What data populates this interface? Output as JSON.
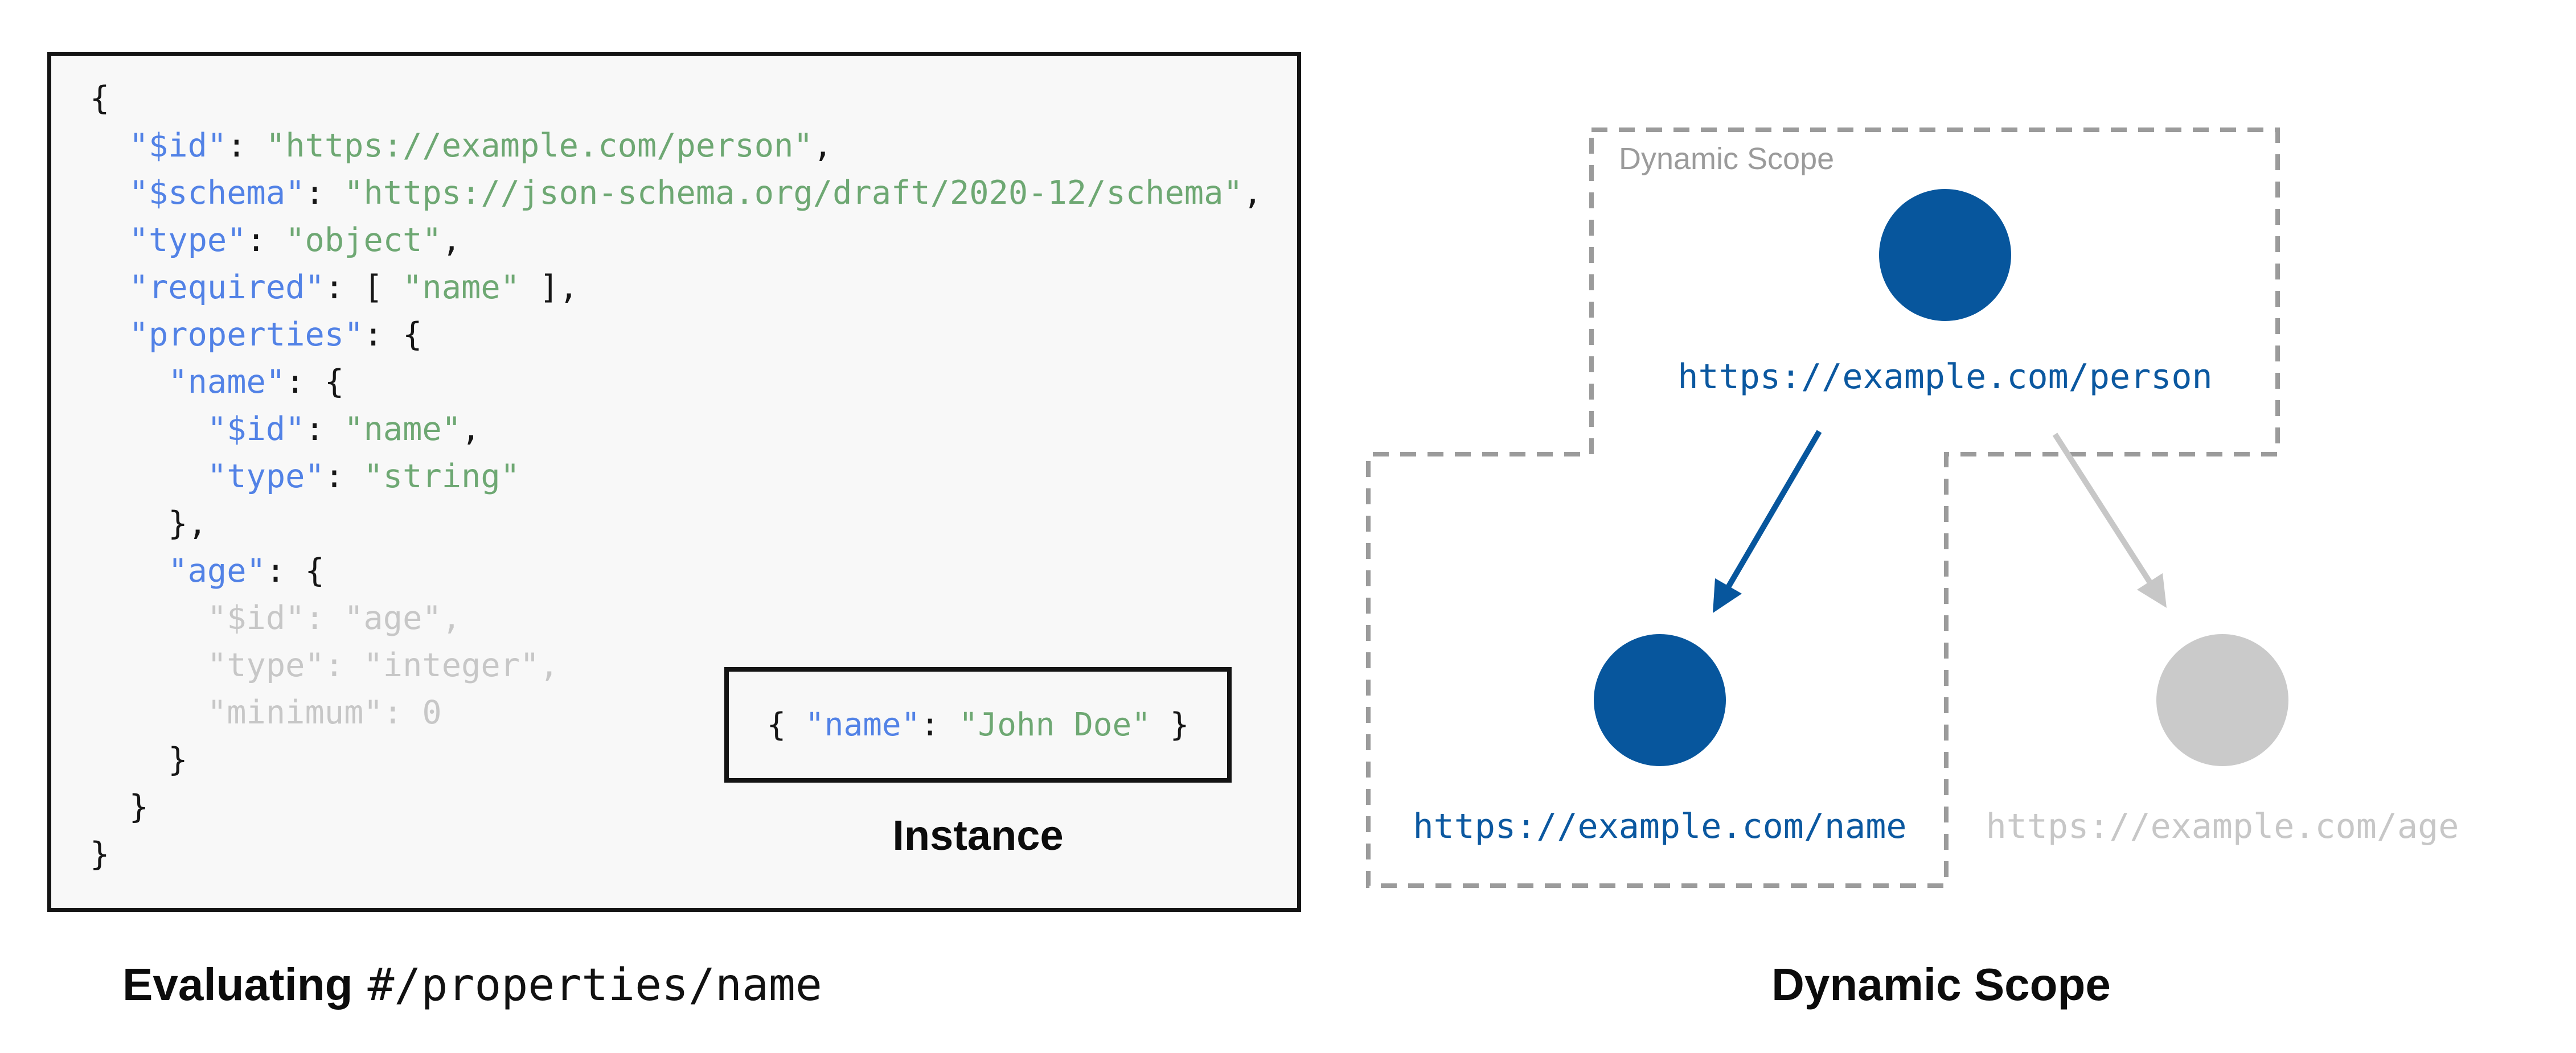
{
  "page": {
    "background": "#ffffff"
  },
  "colors": {
    "panel_background": "#f8f8f8",
    "panel_border": "#141414",
    "code_key": "#5282e6",
    "code_string": "#6ea873",
    "code_plain": "#161616",
    "code_dimmed": "#c7c7c7",
    "scope_border": "#9b9b9b",
    "node_active": "#07569d",
    "node_inactive": "#cacaca",
    "url_active": "#0b58a0",
    "url_inactive": "#c7c7c7"
  },
  "schema_panel": {
    "caption": {
      "bold": "Evaluating",
      "mono": "#/properties/name"
    },
    "code": {
      "lines": [
        [
          {
            "t": "{",
            "c": "plain"
          }
        ],
        [
          {
            "t": "  ",
            "c": "plain"
          },
          {
            "t": "\"$id\"",
            "c": "key"
          },
          {
            "t": ": ",
            "c": "plain"
          },
          {
            "t": "\"https://example.com/person\"",
            "c": "str"
          },
          {
            "t": ",",
            "c": "plain"
          }
        ],
        [
          {
            "t": "  ",
            "c": "plain"
          },
          {
            "t": "\"$schema\"",
            "c": "key"
          },
          {
            "t": ": ",
            "c": "plain"
          },
          {
            "t": "\"https://json-schema.org/draft/2020-12/schema\"",
            "c": "str"
          },
          {
            "t": ",",
            "c": "plain"
          }
        ],
        [
          {
            "t": "  ",
            "c": "plain"
          },
          {
            "t": "\"type\"",
            "c": "key"
          },
          {
            "t": ": ",
            "c": "plain"
          },
          {
            "t": "\"object\"",
            "c": "str"
          },
          {
            "t": ",",
            "c": "plain"
          }
        ],
        [
          {
            "t": "  ",
            "c": "plain"
          },
          {
            "t": "\"required\"",
            "c": "key"
          },
          {
            "t": ": [ ",
            "c": "plain"
          },
          {
            "t": "\"name\"",
            "c": "str"
          },
          {
            "t": " ],",
            "c": "plain"
          }
        ],
        [
          {
            "t": "  ",
            "c": "plain"
          },
          {
            "t": "\"properties\"",
            "c": "key"
          },
          {
            "t": ": {",
            "c": "plain"
          }
        ],
        [
          {
            "t": "    ",
            "c": "plain"
          },
          {
            "t": "\"name\"",
            "c": "key"
          },
          {
            "t": ": {",
            "c": "plain"
          }
        ],
        [
          {
            "t": "      ",
            "c": "plain"
          },
          {
            "t": "\"$id\"",
            "c": "key"
          },
          {
            "t": ": ",
            "c": "plain"
          },
          {
            "t": "\"name\"",
            "c": "str"
          },
          {
            "t": ",",
            "c": "plain"
          }
        ],
        [
          {
            "t": "      ",
            "c": "plain"
          },
          {
            "t": "\"type\"",
            "c": "key"
          },
          {
            "t": ": ",
            "c": "plain"
          },
          {
            "t": "\"string\"",
            "c": "str"
          }
        ],
        [
          {
            "t": "    },",
            "c": "plain"
          }
        ],
        [
          {
            "t": "    ",
            "c": "plain"
          },
          {
            "t": "\"age\"",
            "c": "key"
          },
          {
            "t": ": {",
            "c": "plain"
          }
        ],
        [
          {
            "t": "      \"$id\": \"age\",",
            "c": "dim"
          }
        ],
        [
          {
            "t": "      \"type\": \"integer\",",
            "c": "dim"
          }
        ],
        [
          {
            "t": "      \"minimum\": 0",
            "c": "dim"
          }
        ],
        [
          {
            "t": "    }",
            "c": "plain"
          }
        ],
        [
          {
            "t": "  }",
            "c": "plain"
          }
        ],
        [
          {
            "t": "}",
            "c": "plain"
          }
        ]
      ]
    },
    "instance": {
      "label": "Instance",
      "segments": [
        {
          "t": "{ ",
          "c": "plain"
        },
        {
          "t": "\"name\"",
          "c": "key"
        },
        {
          "t": ": ",
          "c": "plain"
        },
        {
          "t": "\"John Doe\"",
          "c": "str"
        },
        {
          "t": " }",
          "c": "plain"
        }
      ]
    }
  },
  "diagram": {
    "scope_label": "Dynamic Scope",
    "caption": "Dynamic Scope",
    "nodes": [
      {
        "id": "person",
        "url": "https://example.com/person",
        "state": "active"
      },
      {
        "id": "name",
        "url": "https://example.com/name",
        "state": "active"
      },
      {
        "id": "age",
        "url": "https://example.com/age",
        "state": "inactive"
      }
    ]
  }
}
